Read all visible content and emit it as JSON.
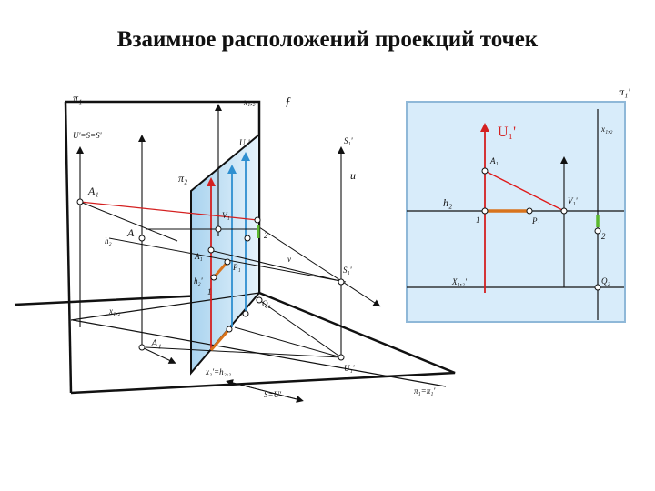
{
  "title": "Взаимное расположений проекций точек",
  "colors": {
    "panel_fill": "#d8ecfa",
    "panel_border": "#8fb8d8",
    "red_line": "#e01818",
    "red_arrow": "#d42020",
    "blue_arrow": "#2e8fd0",
    "orange_segment": "#d8731c",
    "green_segment": "#5bb82e",
    "black": "#111111"
  },
  "labels_3d": {
    "pi1": "π₁",
    "u_s": "U'=S=S'",
    "x12": "x₁,₂",
    "f": "ƒ",
    "pi2": "π₂",
    "a1": "A₁",
    "a": "A",
    "h2": "h₂",
    "v1": "V₁",
    "a1b": "A₁",
    "u1": "U₁'",
    "s1": "S₁'",
    "u": "u",
    "h2b": "h₂'",
    "one": "1",
    "p1": "P₁",
    "two": "2",
    "v": "v",
    "s1b": "S₁'",
    "x12b": "x₁,₂",
    "q2": "Q₂",
    "a1c": "A₁",
    "x2h": "x₂'=h₂,₂",
    "u1b": "U₁'",
    "s_u": "S=U'",
    "pi_eq": "π₁=π₁'"
  },
  "labels_2d": {
    "pi1": "π₁'",
    "x12": "x₁,₂",
    "u1": "U₁'",
    "a1": "A₁",
    "h2": "h₂",
    "one": "1",
    "p1": "P₁",
    "v1": "V₁'",
    "two": "2",
    "x12b": "X₁,₂'",
    "q2": "Q₂"
  }
}
